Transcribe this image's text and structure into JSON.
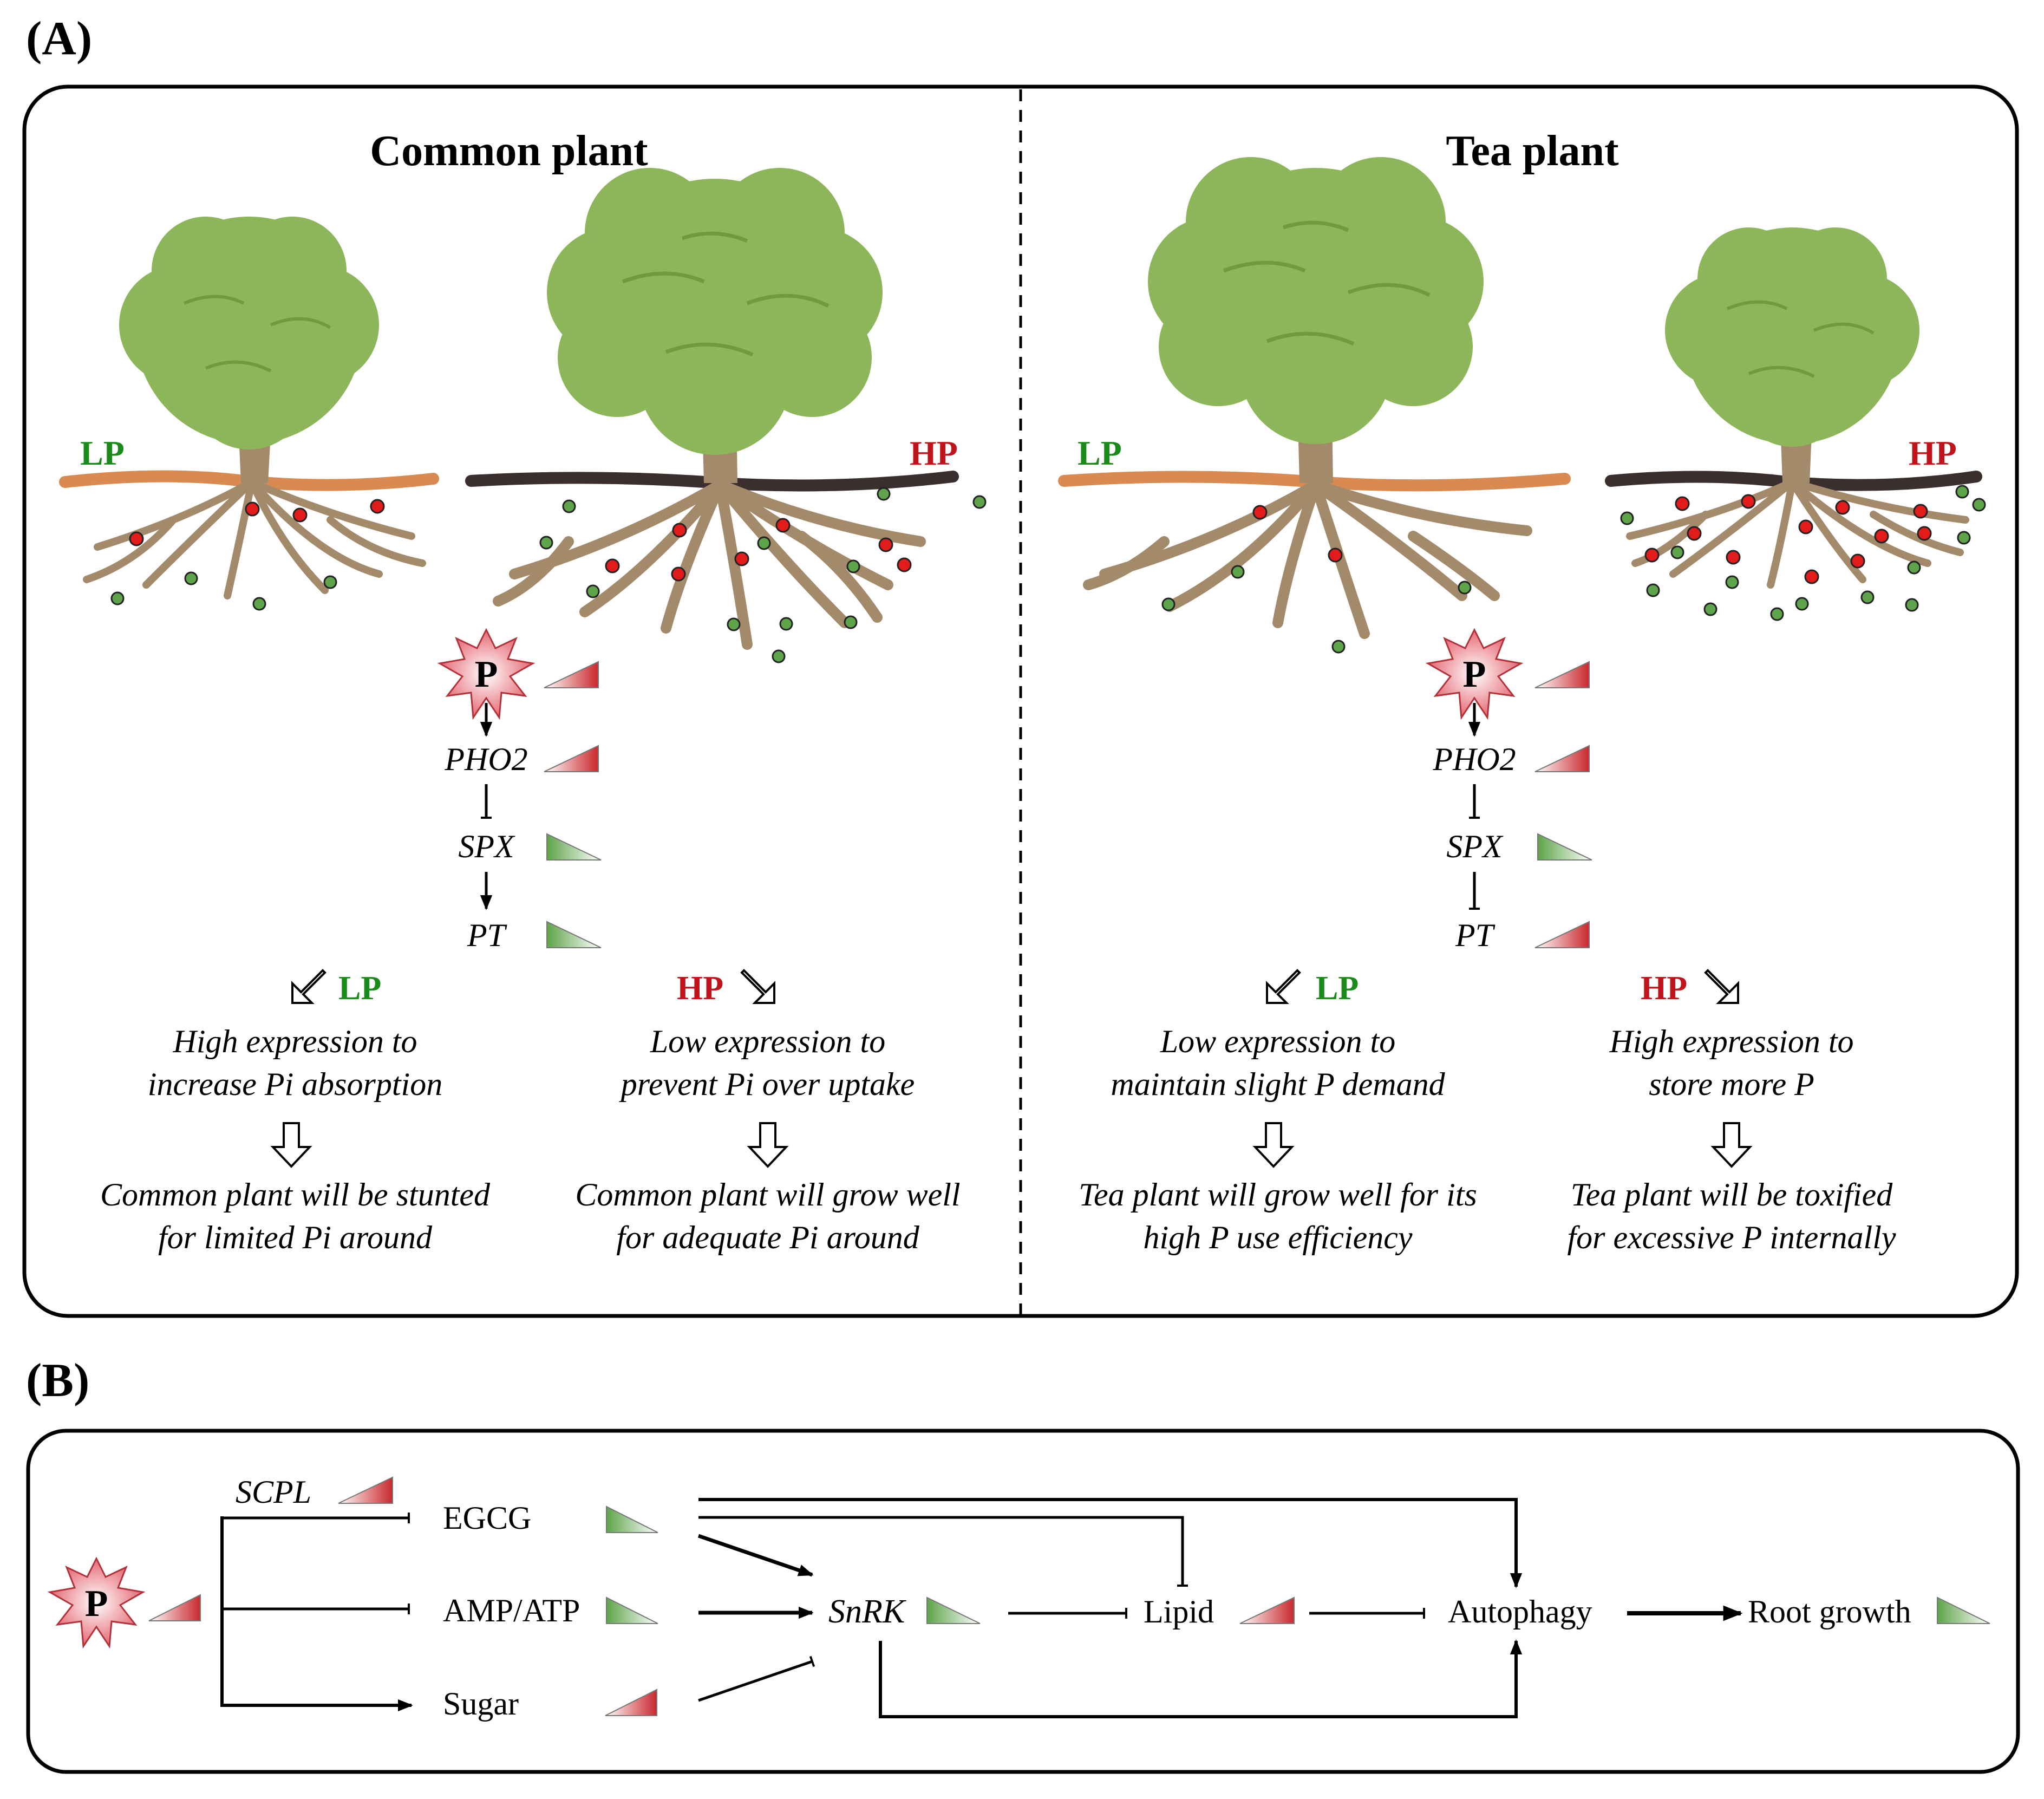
{
  "panel_a": {
    "label": "(A)",
    "common": {
      "title": "Common plant",
      "lp_tag": "LP",
      "hp_tag": "HP",
      "pathway": {
        "p": "P",
        "pho2": "PHO2",
        "spx": "SPX",
        "pt": "PT"
      },
      "lp_label": "LP",
      "hp_label": "HP",
      "lp_expr": [
        "High expression to",
        "increase Pi absorption"
      ],
      "hp_expr": [
        "Low expression to",
        "prevent Pi over uptake"
      ],
      "lp_result": [
        "Common plant will be stunted",
        "for limited Pi around"
      ],
      "hp_result": [
        "Common plant will grow well",
        "for adequate Pi around"
      ]
    },
    "tea": {
      "title": "Tea plant",
      "lp_tag": "LP",
      "hp_tag": "HP",
      "pathway": {
        "p": "P",
        "pho2": "PHO2",
        "spx": "SPX",
        "pt": "PT"
      },
      "lp_label": "LP",
      "hp_label": "HP",
      "lp_expr": [
        "Low expression to",
        "maintain slight P demand"
      ],
      "hp_expr": [
        "High expression to",
        "store more P"
      ],
      "lp_result": [
        "Tea plant will grow well for its",
        "high P use efficiency"
      ],
      "hp_result": [
        "Tea plant will be toxified",
        "for excessive P internally"
      ]
    }
  },
  "panel_b": {
    "label": "(B)",
    "p": "P",
    "scpl": "SCPL",
    "egcg": "EGCG",
    "amp_atp": "AMP/ATP",
    "sugar": "Sugar",
    "snrk": "SnRK",
    "lipid": "Lipid",
    "autophagy": "Autophagy",
    "root_growth": "Root growth"
  },
  "colors": {
    "up_red": "#c8282d",
    "down_green": "#5ea44a",
    "lp_text": "#1a8a1a",
    "hp_text": "#c0141c",
    "canopy": "#8db65a",
    "trunk": "#a38a6a",
    "soil_lp": "#d98a50",
    "soil_hp": "#3a2e2e"
  }
}
